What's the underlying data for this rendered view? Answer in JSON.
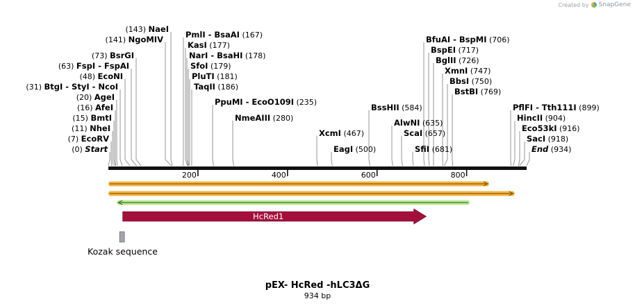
{
  "credit": {
    "prefix": "Created by",
    "brand": "SnapGene"
  },
  "map": {
    "name": "pEX- HcRed -hLC3ΔG",
    "size_label": "934 bp",
    "length": 934
  },
  "axis_ticks": [
    {
      "pos": 200,
      "label": "200"
    },
    {
      "pos": 400,
      "label": "400"
    },
    {
      "pos": 600,
      "label": "600"
    },
    {
      "pos": 800,
      "label": "800"
    }
  ],
  "sites": [
    {
      "pos": 0,
      "num": "(0)",
      "name": "Start",
      "italic": true
    },
    {
      "pos": 7,
      "num": "(7)",
      "name": "EcoRV"
    },
    {
      "pos": 11,
      "num": "(11)",
      "name": "NheI"
    },
    {
      "pos": 15,
      "num": "(15)",
      "name": "BmtI"
    },
    {
      "pos": 16,
      "num": "(16)",
      "name": "AfeI"
    },
    {
      "pos": 20,
      "num": "(20)",
      "name": "AgeI"
    },
    {
      "pos": 31,
      "num": "(31)",
      "name": "BtgI - StyI - NcoI"
    },
    {
      "pos": 48,
      "num": "(48)",
      "name": "EcoNI"
    },
    {
      "pos": 63,
      "num": "(63)",
      "name": "FspI - FspAI"
    },
    {
      "pos": 73,
      "num": "(73)",
      "name": "BsrGI"
    },
    {
      "pos": 141,
      "num": "(141)",
      "name": "NgoMIV"
    },
    {
      "pos": 143,
      "num": "(143)",
      "name": "NaeI"
    },
    {
      "pos": 167,
      "num": "(167)",
      "name": "PmlI - BsaAI"
    },
    {
      "pos": 177,
      "num": "(177)",
      "name": "KasI"
    },
    {
      "pos": 178,
      "num": "(178)",
      "name": "NarI - BsaHI"
    },
    {
      "pos": 179,
      "num": "(179)",
      "name": "SfoI"
    },
    {
      "pos": 181,
      "num": "(181)",
      "name": "PluTI"
    },
    {
      "pos": 186,
      "num": "(186)",
      "name": "TaqII"
    },
    {
      "pos": 235,
      "num": "(235)",
      "name": "PpuMI - EcoO109I"
    },
    {
      "pos": 280,
      "num": "(280)",
      "name": "NmeAIII"
    },
    {
      "pos": 467,
      "num": "(467)",
      "name": "XcmI"
    },
    {
      "pos": 500,
      "num": "(500)",
      "name": "EagI"
    },
    {
      "pos": 584,
      "num": "(584)",
      "name": "BssHII"
    },
    {
      "pos": 635,
      "num": "(635)",
      "name": "AlwNI"
    },
    {
      "pos": 657,
      "num": "(657)",
      "name": "ScaI"
    },
    {
      "pos": 681,
      "num": "(681)",
      "name": "SfiI"
    },
    {
      "pos": 706,
      "num": "(706)",
      "name": "BfuAI - BspMI"
    },
    {
      "pos": 717,
      "num": "(717)",
      "name": "BspEI"
    },
    {
      "pos": 726,
      "num": "(726)",
      "name": "BglII"
    },
    {
      "pos": 747,
      "num": "(747)",
      "name": "XmnI"
    },
    {
      "pos": 750,
      "num": "(750)",
      "name": "BbsI"
    },
    {
      "pos": 769,
      "num": "(769)",
      "name": "BstBI"
    },
    {
      "pos": 899,
      "num": "(899)",
      "name": "PflFI - Tth111I"
    },
    {
      "pos": 904,
      "num": "(904)",
      "name": "HincII"
    },
    {
      "pos": 916,
      "num": "(916)",
      "name": "Eco53kI"
    },
    {
      "pos": 918,
      "num": "(918)",
      "name": "SacI"
    },
    {
      "pos": 934,
      "num": "(934)",
      "name": "End",
      "italic": true
    }
  ],
  "tracks": [
    {
      "start": 0,
      "end": 850,
      "dir": "forward",
      "color": "#f5a623",
      "line": "#8a5a00"
    },
    {
      "start": 0,
      "end": 907,
      "dir": "forward",
      "color": "#f5a623",
      "line": "#8a5a00"
    },
    {
      "start": 19,
      "end": 807,
      "dir": "reverse",
      "color": "#b6e38a",
      "line": "#2f7d1a"
    }
  ],
  "features": [
    {
      "name": "HcRed1",
      "start": 32,
      "end": 710,
      "color": "#a50f3c",
      "text_color": "#ffffff"
    }
  ],
  "small_feature": {
    "name": "Kozak sequence",
    "start": 25,
    "end": 37,
    "color": "#a0a6b0"
  }
}
